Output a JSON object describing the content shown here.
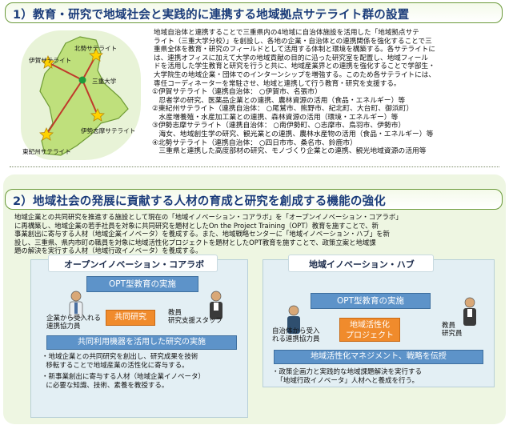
{
  "section1": {
    "title": "1）教育・研究で地域社会と実践的に連携する地域拠点サテライト群の設置",
    "map_labels": {
      "iga": "伊賀サテライト",
      "hokusei": "北勢サテライト",
      "university": "三重大学",
      "higashikishu": "東紀州サテライト",
      "iseshima": "伊勢志摩サテライト"
    },
    "paragraph": "地域自治体と連携することで三重県内の4地域に自治体施設を活用した「地域拠点サテ\nライト（三重大学分校）」を創設し、各地の企業・自治体との連携関係を強化することで三\n重県全体を教育・研究のフィールドとして活用する体制と環境を構築する。各サテライトに\nは、連携オフィスに加えて大学の地域貢献の目的に沿った研究室を配置し、地域フィール\nドを活用した学生教育と研究を行うと共に、地域産業界との連携を強化することで学部生・\n大学院生の地域企業・団体でのインターンシップを増強する。このため各サテライトには、\n専任コーディネーターを常駐させ、地域と連携して行う教育・研究を支援する。",
    "satellites": [
      {
        "line1": "①伊賀サテライト（連携自治体： ○伊賀市、名張市）",
        "line2": "   忍者学の研究、医薬品企業との連携、農林資源の活用（食品・エネルギー）等"
      },
      {
        "line1": "②東紀州サテライト（連携自治体： ○尾鷲市、熊野市、紀北町、大台町、御浜町）",
        "line2": "   水産増養殖・水産加工業との連携、森林資源の活用（環境・エネルギー）等"
      },
      {
        "line1": "③伊勢志摩サテライト（連携自治体： ○南伊勢町、○志摩市、鳥羽市、伊勢市）",
        "line2": "   海女、地域創生学の研究、観光業との連携、農林水産物の活用（食品・エネルギー）等"
      },
      {
        "line1": "④北勢サテライト（連携自治体： ○四日市市、桑名市、鈴鹿市）",
        "line2": "   三重県と連携した高度部材の研究、モノづくり企業との連携、観光地域資源の活用等"
      }
    ]
  },
  "section2": {
    "title": "2）地域社会の発展に貢献する人材の育成と研究を創成する機能の強化",
    "paragraph": "地域企業との共同研究を推進する施設として現在の「地域イノベーション・コアラボ」を「オープンイノベーション・コアラボ」\nに再構築し、地域企業の若手社員を対象に共同研究を題材としたOn the Project Training（OPT）教育を施すことで、新\n事業創出に寄与する人材（地域企業イノベータ）を養成する。また、地域戦略センターに「地域イノベーション・ハブ」を新\n設し、三重県、県内市町の職員を対象に地域活性化プロジェクトを題材としたOPT教育を施すことで、政策立案と地域課\n題の解決を実行する人材（地域行政イノベータ）を養成する。",
    "left_panel": {
      "title": "オープンイノベーション・コアラボ",
      "opt_bar": "OPT型教育の実施",
      "company_label": "企業から受入れる\n連携協力員",
      "center_box": "共同研究",
      "staff_label": "教員\n研究支援スタッフ",
      "bottom_bar": "共同利用機器を活用した研究の実施",
      "bullets": [
        "・地域企業との共同研究を創出し、研究成果を技術\n  移転することで地域産業の活性化に寄与する。",
        "・新事業創出に寄与する人材（地域企業イノベータ）\n  に必要な知識、技術、素養を教授する。"
      ]
    },
    "right_panel": {
      "title": "地域イノベーション・ハブ",
      "opt_bar": "OPT型教育の実施",
      "municipality_label": "自治体から受入\nれる連携協力員",
      "center_box": "地域活性化\nプロジェクト",
      "staff_label": "教員\n研究員",
      "bottom_bar": "地域活性化マネジメント、戦略を伝授",
      "bullets": [
        "・政策企画力と実践的な地域課題解決を実行する\n  「地域行政イノベータ」人材へと養成を行う。"
      ]
    }
  }
}
